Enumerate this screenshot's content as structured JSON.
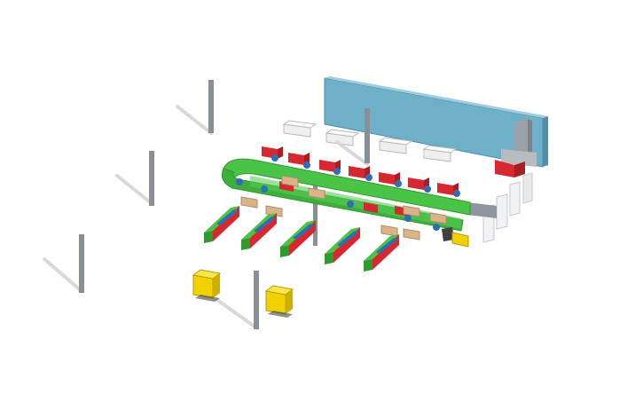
{
  "app": {
    "caption": ""
  },
  "scene": {
    "description_type": "3d-model-preview",
    "colors": {
      "background": "#ffffff",
      "shadow": "#e3e3e3",
      "pole": "#8a8f97",
      "wall": "#7fb6cc",
      "wall_edge": "#5f98ad",
      "conveyor": "#49c447",
      "conveyor_dark": "#2f9a2e",
      "red": "#d7282f",
      "blue": "#2f6db5",
      "tan": "#d9b48a",
      "yellow": "#f2d100",
      "white": "#f4f4f4",
      "gray": "#9aa0a6",
      "dark": "#404040"
    },
    "objects": [
      {
        "name": "pole",
        "count": 5
      },
      {
        "name": "yellow-box",
        "count": 3
      },
      {
        "name": "green-base-station",
        "count": 5
      },
      {
        "name": "red-parcel",
        "count": 12
      },
      {
        "name": "white-crate",
        "count": 8
      },
      {
        "name": "blue-backdrop-wall",
        "count": 1
      }
    ]
  }
}
